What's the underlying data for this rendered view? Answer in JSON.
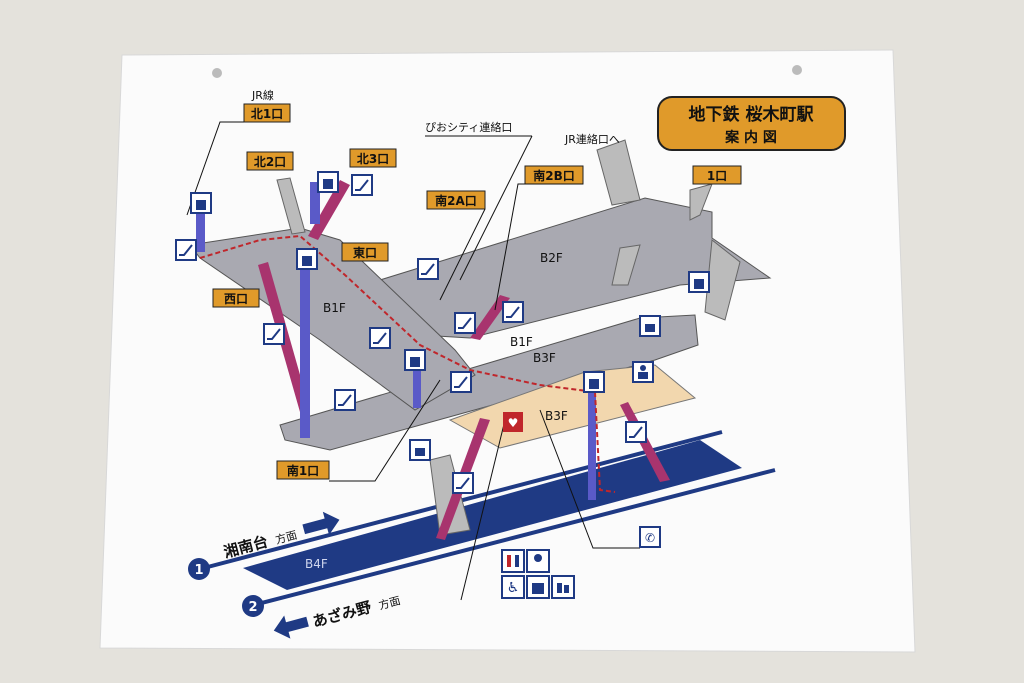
{
  "title": {
    "line1": "地下鉄 桜木町駅",
    "line2": "案 内 図"
  },
  "exits": {
    "north1": "北1口",
    "north2": "北2口",
    "north3": "北3口",
    "east": "東口",
    "west": "西口",
    "south1": "南1口",
    "south2a": "南2A口",
    "south2b": "南2B口",
    "exit1": "1口"
  },
  "annotations": {
    "jr_line": "JR線",
    "pio_city": "ぴおシティ連絡口",
    "jr_connection": "JR連絡口へ"
  },
  "floors": {
    "b1f_a": "B1F",
    "b1f_b": "B1F",
    "b2f": "B2F",
    "b3f_a": "B3F",
    "b3f_b": "B3F",
    "b4f": "B4F"
  },
  "platforms": [
    {
      "number": "1",
      "direction": "湘南台",
      "suffix": "方面"
    },
    {
      "number": "2",
      "direction": "あざみ野",
      "suffix": "方面"
    }
  ],
  "icons": [
    "elevator-icon",
    "escalator-icon",
    "ticket-machine-icon",
    "aed-icon",
    "telephone-icon",
    "restroom-icon",
    "baby-care-icon",
    "wheelchair-icon",
    "station-office-icon",
    "nursing-room-icon"
  ],
  "colors": {
    "exit_label": "#e09a2a",
    "floor": "#a9a9b1",
    "concourse_b3f": "#f2d7ae",
    "platform": "#1f3a84",
    "escalator": "#a8346e",
    "elevator": "#5a5ac8",
    "route": "#c0262b"
  }
}
